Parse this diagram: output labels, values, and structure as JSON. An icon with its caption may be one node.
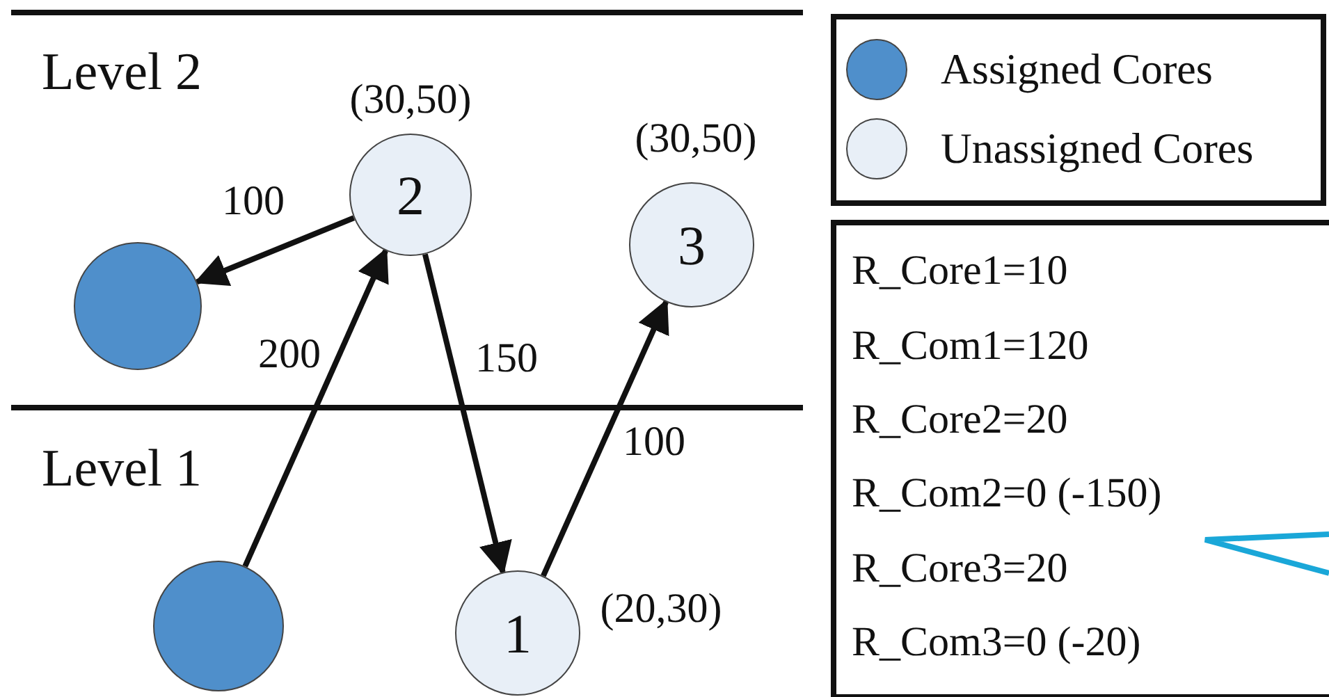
{
  "diagram": {
    "nodes": [
      {
        "text": [
          "2"
        ],
        "beside": [
          "(30,50)"
        ]
      },
      {
        "text": [
          "3"
        ],
        "beside": [
          "(30,50)"
        ]
      },
      {
        "text": [],
        "shape": "circle"
      },
      {
        "text": [],
        "shape": "circle"
      },
      {
        "text": [
          "1"
        ],
        "beside": [
          "(20,30)"
        ]
      }
    ],
    "edges": [
      {
        "from": 0,
        "to": 2,
        "arrow": "to",
        "label": "100"
      },
      {
        "from": 3,
        "to": 0,
        "arrow": "to",
        "label": "200"
      },
      {
        "from": 0,
        "to": 4,
        "arrow": "to",
        "label": "150"
      },
      {
        "from": 4,
        "to": 1,
        "arrow": "to",
        "label": "100"
      }
    ],
    "labels": [
      "Level 2",
      "Level 1",
      "R_Core1=10",
      "R_Com1=120",
      "R_Core2=20",
      "R_Com2=0 (-150)",
      "R_Core3=20",
      "R_Com3=0 (-20)"
    ],
    "legend": [
      {
        "text": "Assigned Cores",
        "color": "#4f8fcb"
      },
      {
        "text": "Unassigned Cores",
        "color": "#e8eff7"
      }
    ]
  }
}
